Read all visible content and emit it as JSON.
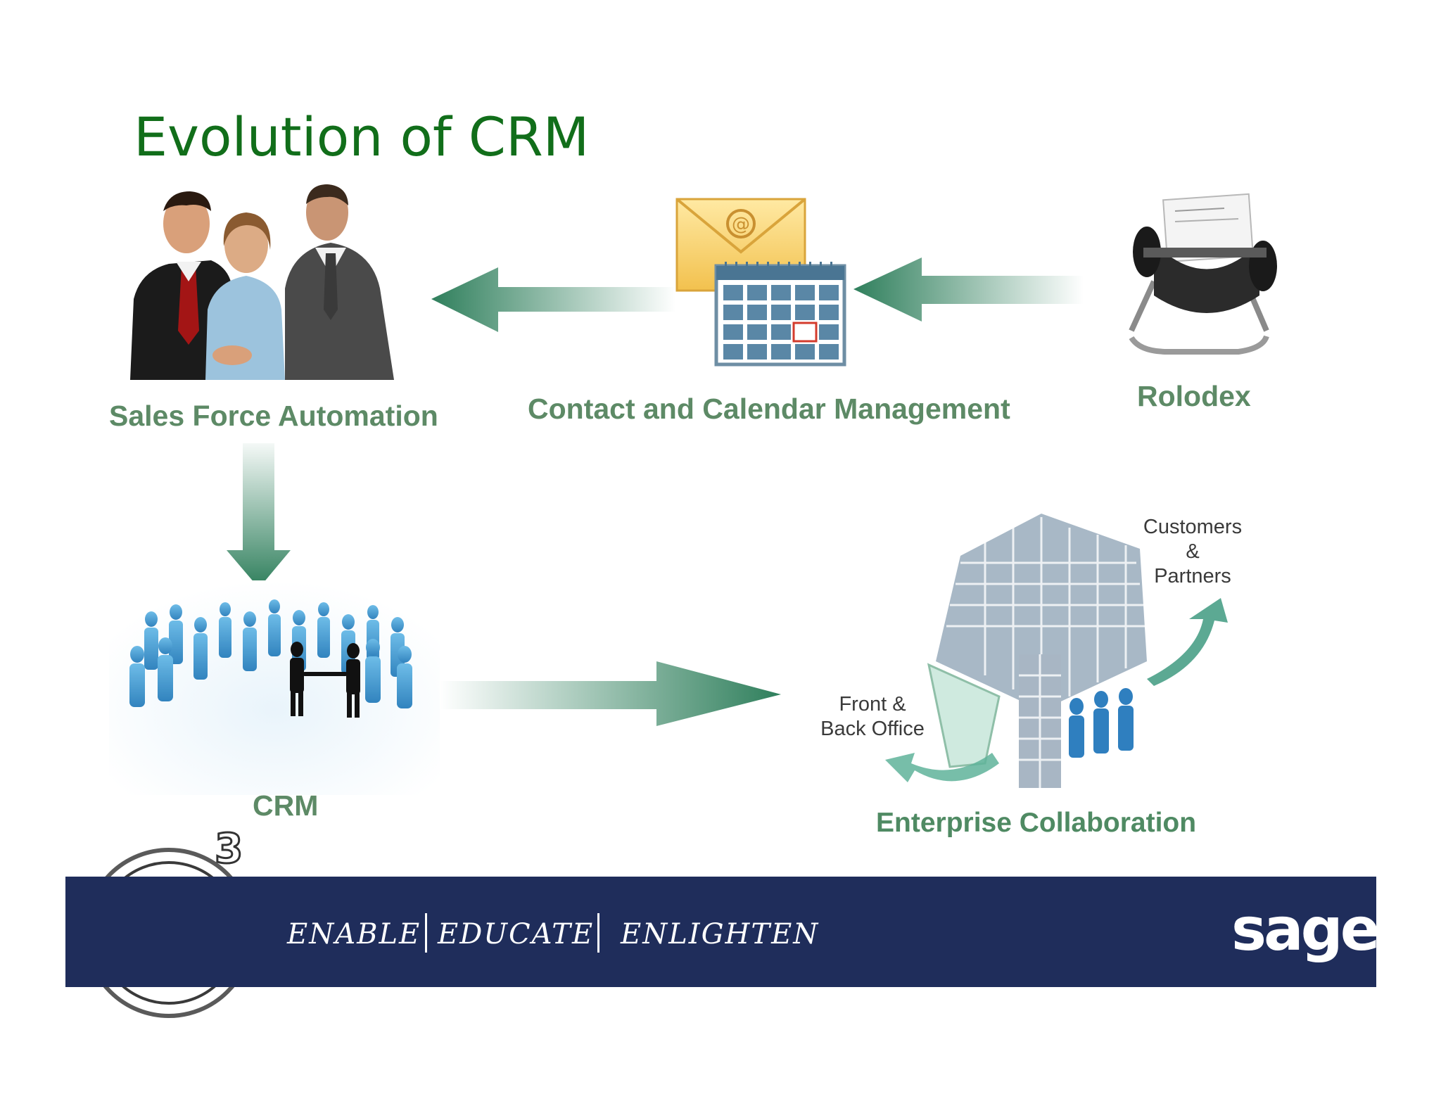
{
  "title": "Evolution of CRM",
  "stages": {
    "sfa": "Sales Force Automation",
    "contact": "Contact and Calendar Management",
    "rolodex": "Rolodex",
    "crm": "CRM",
    "enterprise": "Enterprise Collaboration"
  },
  "enterprise_labels": {
    "customers_line1": "Customers",
    "customers_line2": "&",
    "customers_line3": "Partners",
    "office_line1": "Front &",
    "office_line2": "Back Office"
  },
  "banner": {
    "tag1": "ENABLE",
    "tag2": "EDUCATE",
    "tag3": "ENLIGHTEN",
    "brand": "sage",
    "logo_superscript": "3"
  },
  "colors": {
    "title": "#116e1a",
    "label": "#5d8a66",
    "arrow": "#2f7f5c",
    "banner": "#1f2d5b"
  }
}
